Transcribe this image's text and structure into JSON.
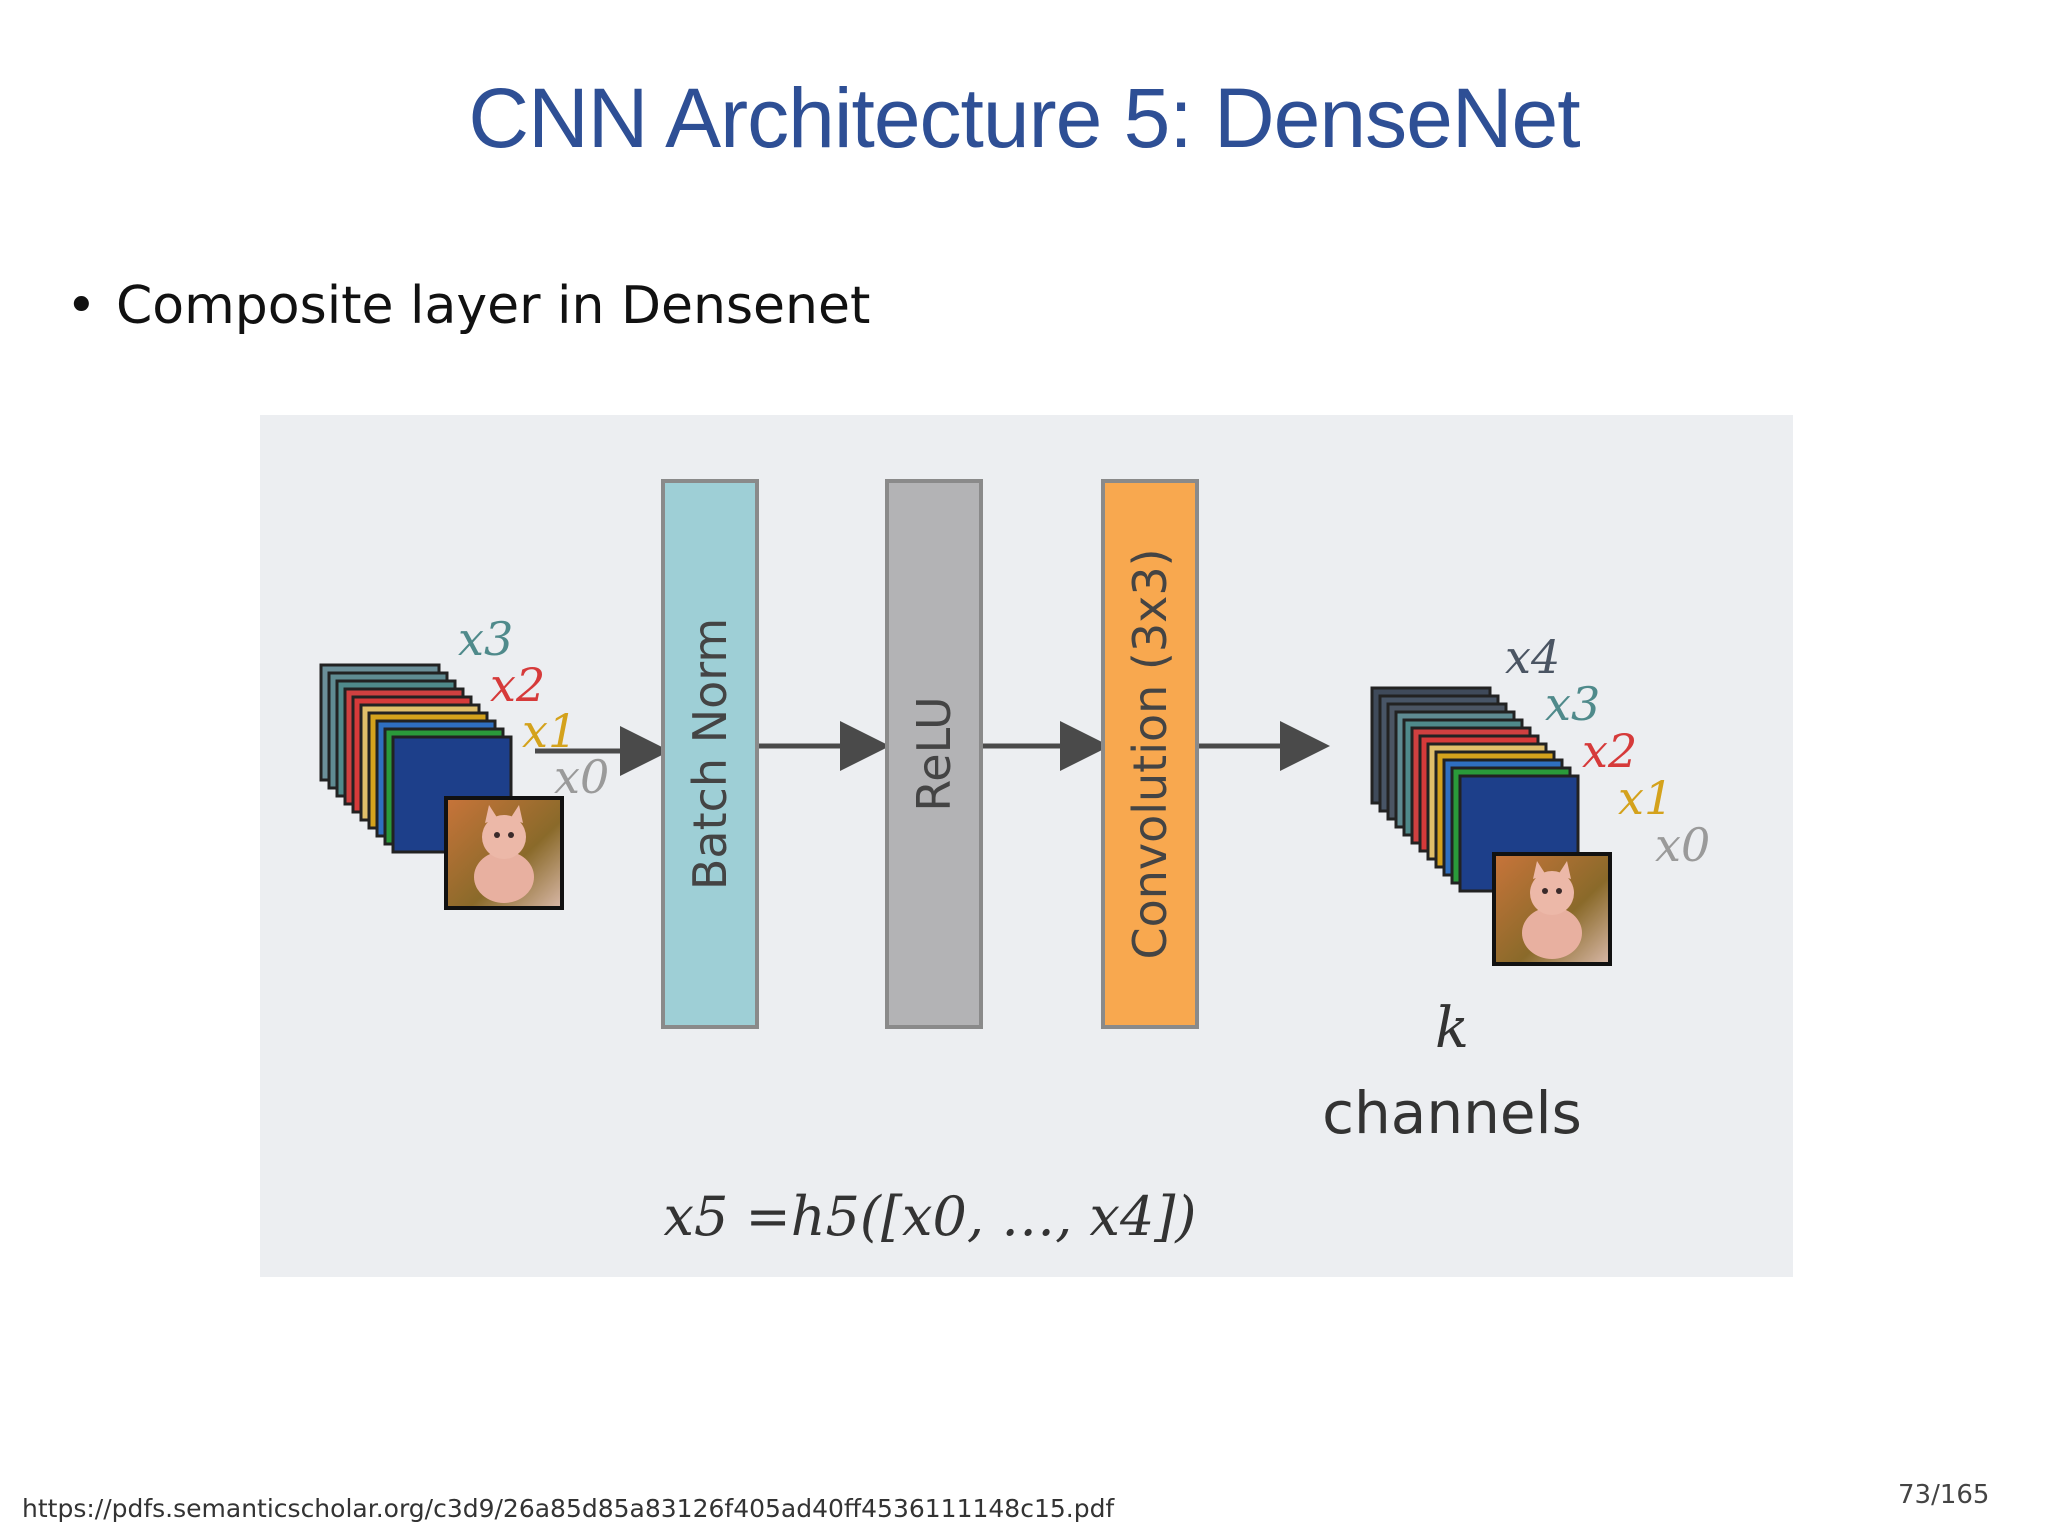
{
  "slide": {
    "title": "CNN Architecture 5: DenseNet",
    "bullet": "Composite layer in Densenet",
    "footer_url": "https://pdfs.semanticscholar.org/c3d9/26a85d85a83126f405ad40ff4536111148c15.pdf",
    "page_number": "73/165"
  },
  "diagram": {
    "input_labels": [
      "x3",
      "x2",
      "x1",
      "x0"
    ],
    "output_labels": [
      "x4",
      "x3",
      "x2",
      "x1",
      "x0"
    ],
    "blocks": [
      {
        "label": "Batch Norm",
        "color": "#9ecfd6"
      },
      {
        "label": "ReLU",
        "color": "#b3b3b5"
      },
      {
        "label": "Convolution (3x3)",
        "color": "#f8a84f"
      }
    ],
    "k_label": "k",
    "channels_label": "channels",
    "formula": "x5 =h5([x0, …, x4])",
    "colors": {
      "x0": "#9a9a9a",
      "x1": "#d4a21c",
      "x2": "#d63a3a",
      "x3": "#4f8a8b",
      "x4": "#4b5563"
    }
  }
}
